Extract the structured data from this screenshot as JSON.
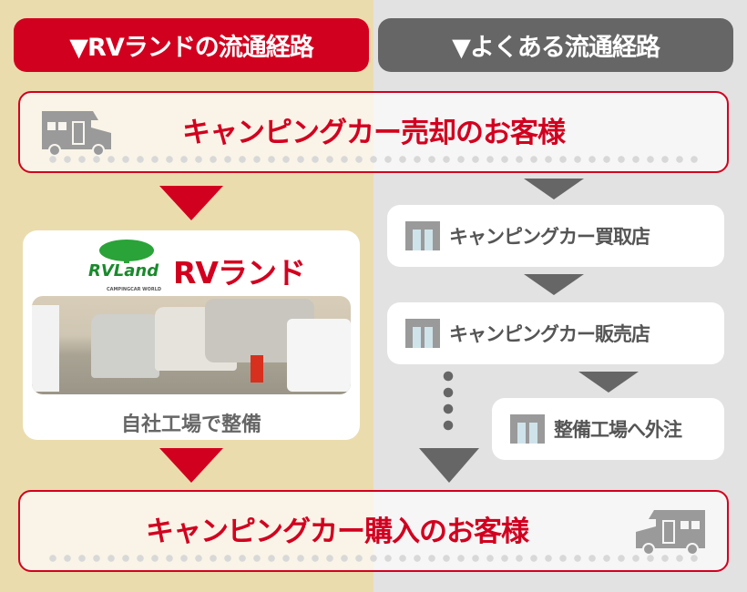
{
  "headers": {
    "rvland_route": "▼RVランドの流通経路",
    "common_route": "▼よくある流通経路"
  },
  "top_customer": "キャンピングカー売却のお客様",
  "bottom_customer": "キャンピングカー購入のお客様",
  "rvland_card": {
    "logo_text": "RVLand",
    "logo_sub": "CAMPINGCAR WORLD",
    "brand": "RVランド",
    "caption": "自社工場で整備"
  },
  "common_steps": [
    "キャンピングカー買取店",
    "キャンピングカー販売店",
    "整備工場へ外注"
  ],
  "colors": {
    "red": "#d2001f",
    "gray": "#666666",
    "left_bg": "#ebdcae",
    "right_bg": "#e2e2e2"
  }
}
